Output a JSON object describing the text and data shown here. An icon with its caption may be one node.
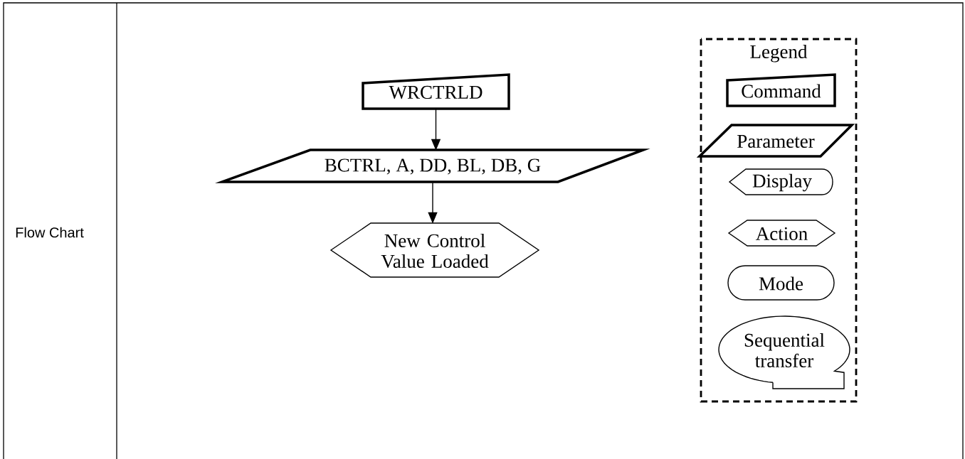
{
  "diagram": {
    "nodes": [
      {
        "text": [
          "WRCTRLD"
        ]
      },
      {
        "text": [
          "BCTRL, A, DD, BL, DB, G"
        ]
      },
      {
        "text": [
          "New Control Value Loaded"
        ]
      },
      {
        "text": [
          "Legend"
        ]
      },
      {
        "text": [
          "Command"
        ],
        "in": 3
      },
      {
        "text": [
          "Parameter"
        ],
        "in": 3
      },
      {
        "text": [
          "Display"
        ],
        "in": 3
      },
      {
        "text": [
          "Action"
        ],
        "in": 3
      },
      {
        "text": [
          "Mode"
        ],
        "in": 3
      },
      {
        "text": [
          "Sequential transfer"
        ],
        "in": 3
      }
    ],
    "edges": [
      {
        "from": 0,
        "to": 1,
        "arrow": "to"
      },
      {
        "from": 1,
        "to": 2,
        "arrow": "to"
      }
    ],
    "labels": [
      "Flow Chart"
    ]
  }
}
